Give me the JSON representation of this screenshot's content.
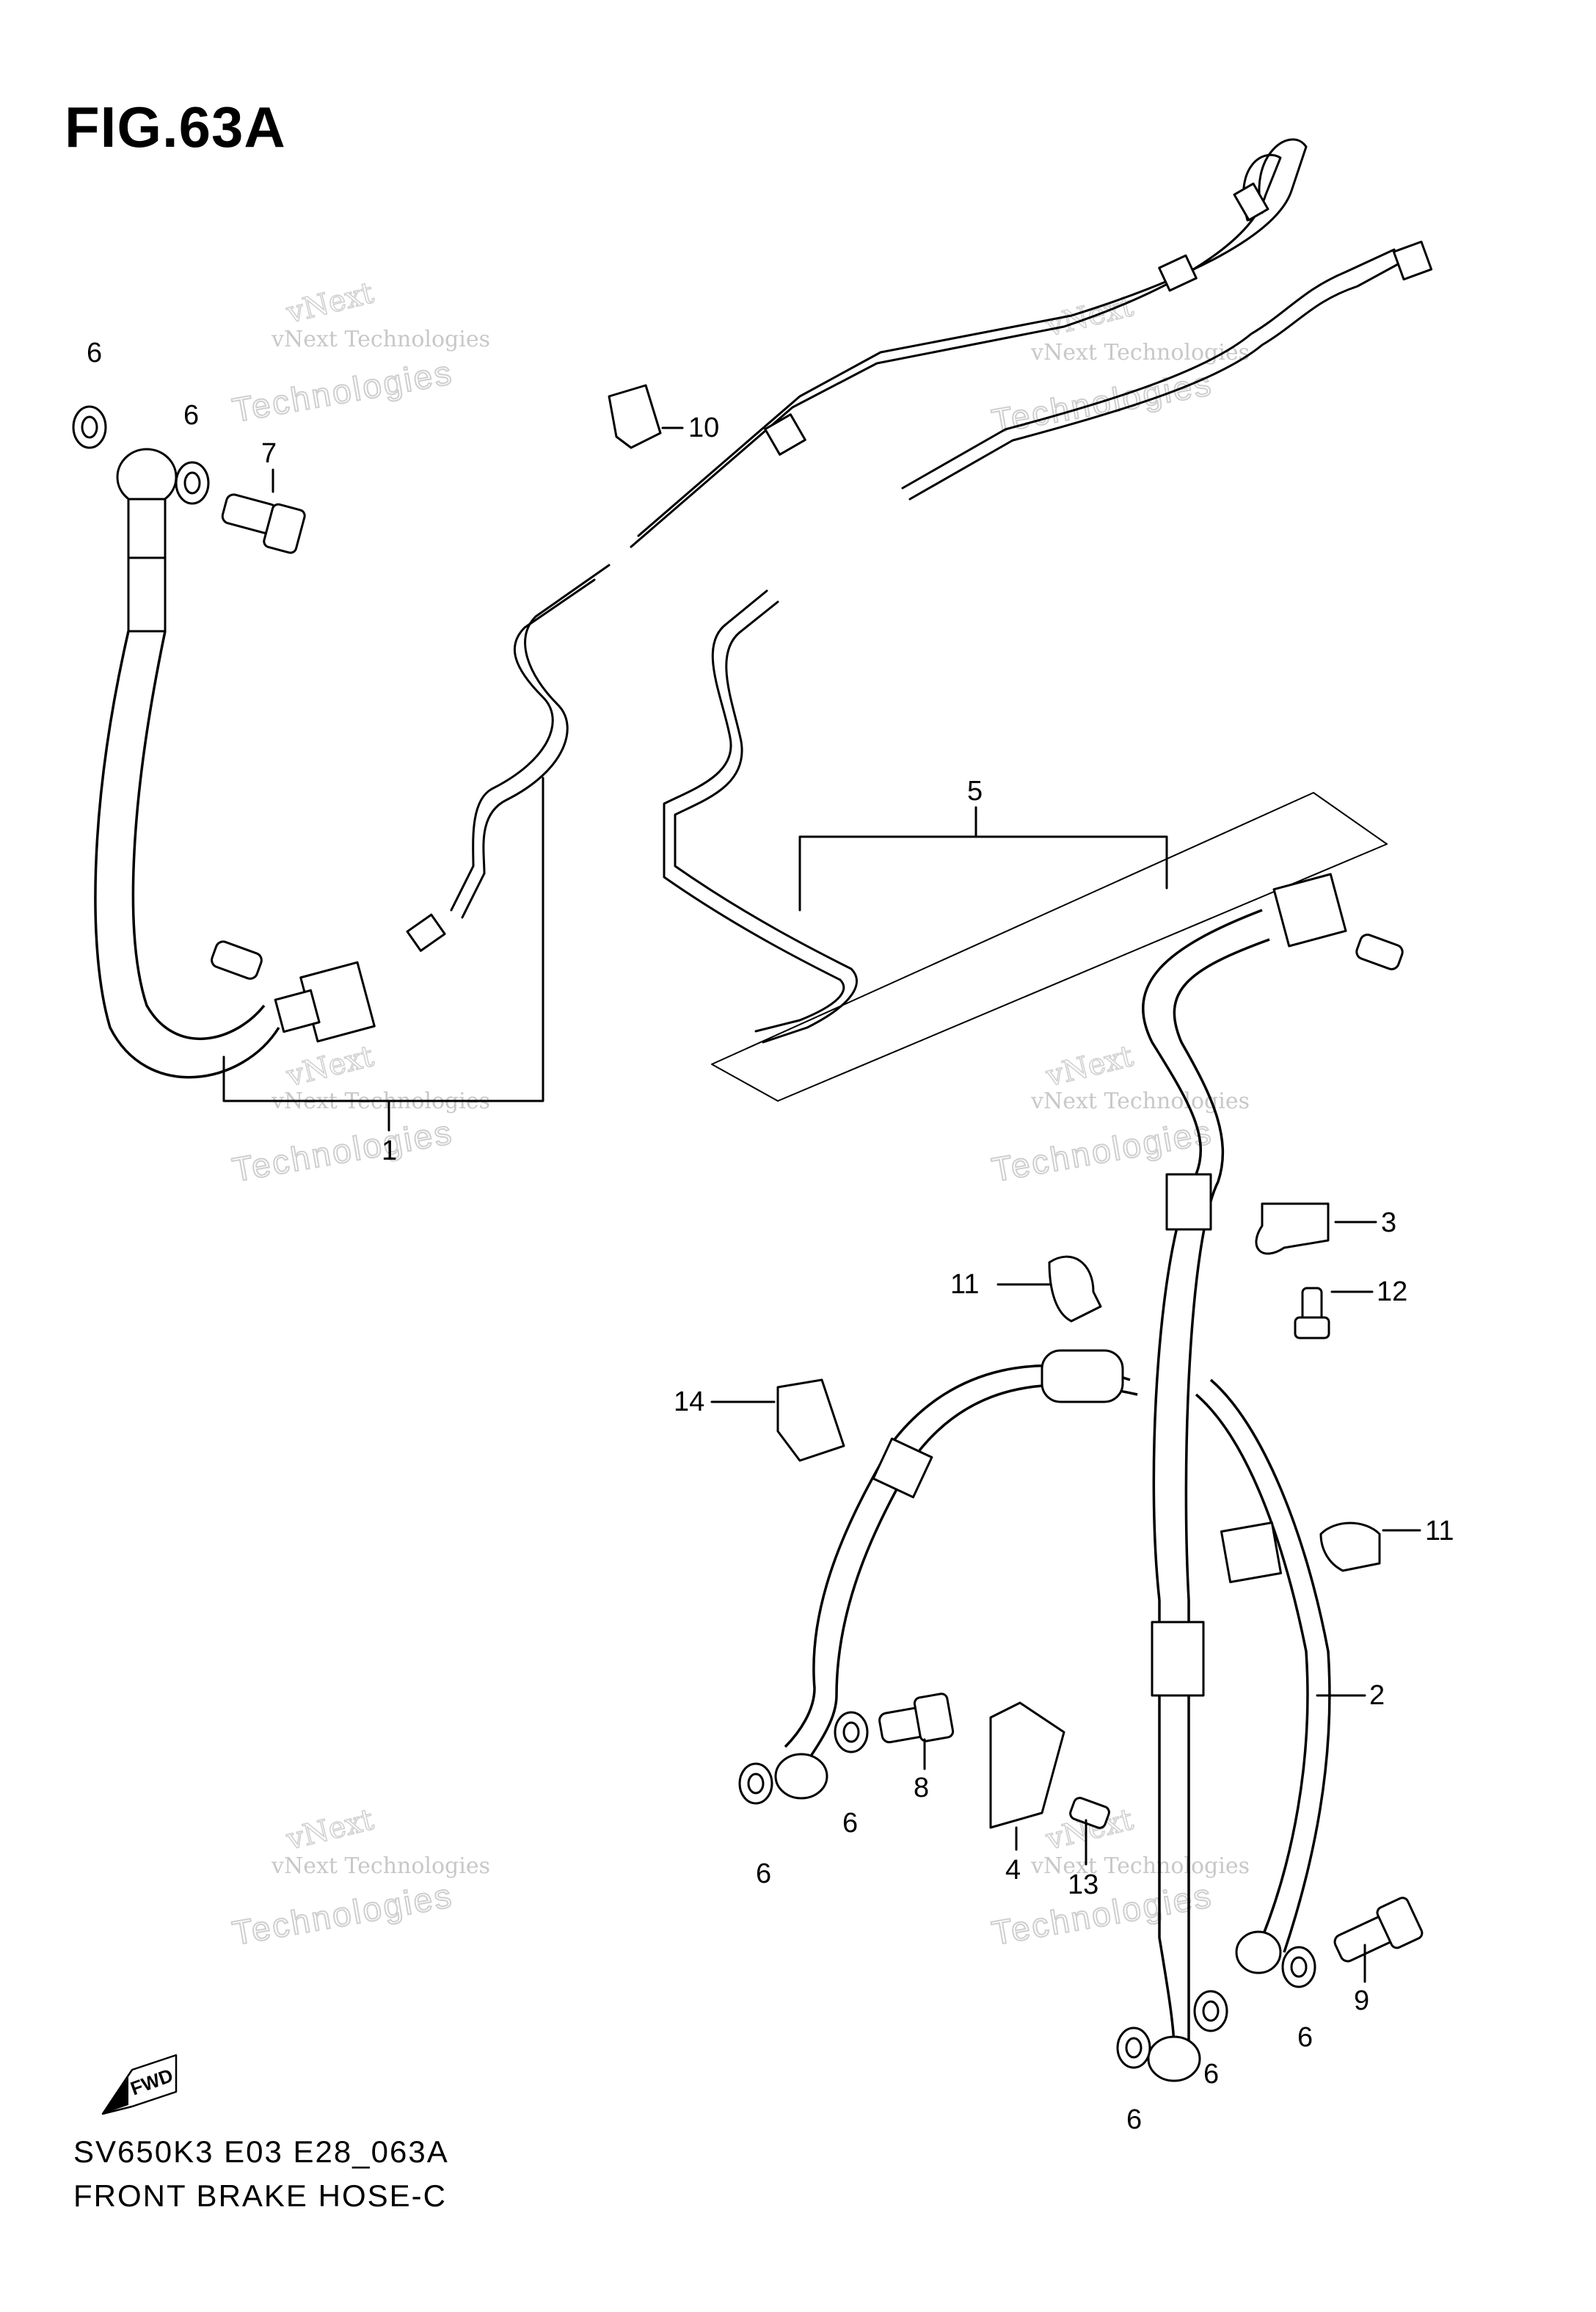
{
  "figure": {
    "title": "FIG.63A",
    "code": "SV650K3 E03 E28_063A",
    "caption": "FRONT BRAKE HOSE-C"
  },
  "watermark": {
    "line1": "vNext Technologies",
    "line2": "Technologies",
    "line3": "vNext"
  },
  "direction_badge": "FWD",
  "callouts": [
    "1",
    "2",
    "3",
    "4",
    "5",
    "6",
    "7",
    "8",
    "9",
    "10",
    "11",
    "12",
    "13",
    "14"
  ]
}
